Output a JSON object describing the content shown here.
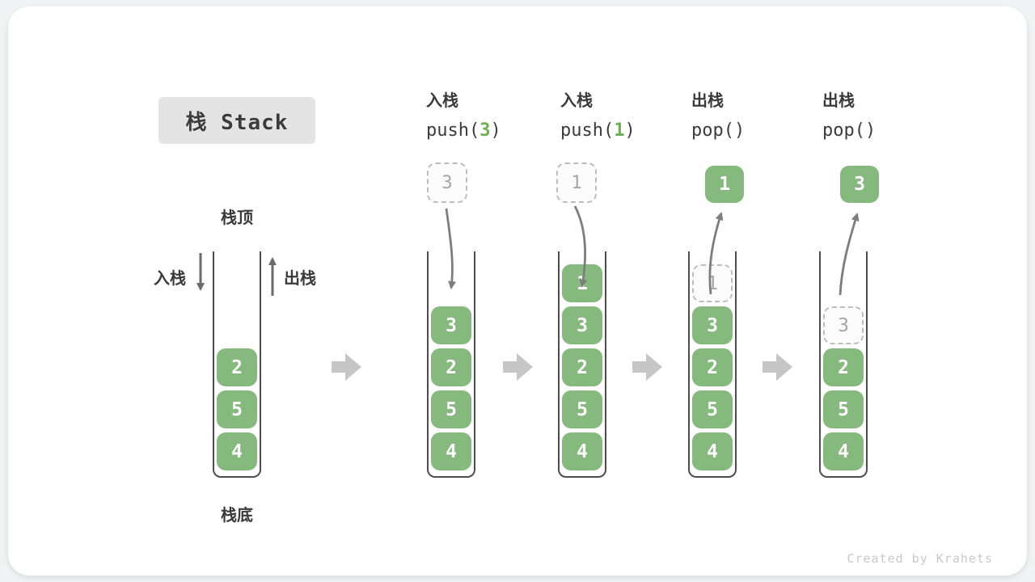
{
  "title": "栈 Stack",
  "side_labels": {
    "stack_top": "栈顶",
    "stack_bottom": "栈底",
    "push_cn": "入栈",
    "pop_cn": "出栈"
  },
  "operations": [
    {
      "cn": "入栈",
      "fn": "push(",
      "arg": "3",
      "close": ")"
    },
    {
      "cn": "入栈",
      "fn": "push(",
      "arg": "1",
      "close": ")"
    },
    {
      "cn": "出栈",
      "fn": "pop(",
      "arg": "",
      "close": ")"
    },
    {
      "cn": "出栈",
      "fn": "pop(",
      "arg": "",
      "close": ")"
    }
  ],
  "stacks": [
    {
      "cells": [
        {
          "v": "4"
        },
        {
          "v": "5"
        },
        {
          "v": "2"
        }
      ]
    },
    {
      "cells": [
        {
          "v": "4"
        },
        {
          "v": "5"
        },
        {
          "v": "2"
        },
        {
          "v": "3"
        }
      ],
      "float": {
        "v": "3",
        "style": "dashed"
      }
    },
    {
      "cells": [
        {
          "v": "4"
        },
        {
          "v": "5"
        },
        {
          "v": "2"
        },
        {
          "v": "3"
        },
        {
          "v": "1"
        }
      ],
      "float": {
        "v": "1",
        "style": "dashed"
      }
    },
    {
      "cells": [
        {
          "v": "4"
        },
        {
          "v": "5"
        },
        {
          "v": "2"
        },
        {
          "v": "3"
        },
        {
          "v": "1",
          "ghost": true
        }
      ],
      "float": {
        "v": "1",
        "style": "solid"
      }
    },
    {
      "cells": [
        {
          "v": "4"
        },
        {
          "v": "5"
        },
        {
          "v": "2"
        },
        {
          "v": "3",
          "ghost": true
        }
      ],
      "float": {
        "v": "3",
        "style": "solid"
      }
    }
  ],
  "watermark": "Created by Krahets",
  "colors": {
    "box_green": "#86b97d",
    "arg_green": "#6fae55",
    "ghost_gray": "#a6a6a6",
    "curve_arrow_gray": "#7d7d7d",
    "block_arrow_gray": "#c6c6c6",
    "wall_gray": "#4d4d4d",
    "title_box_bg": "#e4e4e4"
  }
}
